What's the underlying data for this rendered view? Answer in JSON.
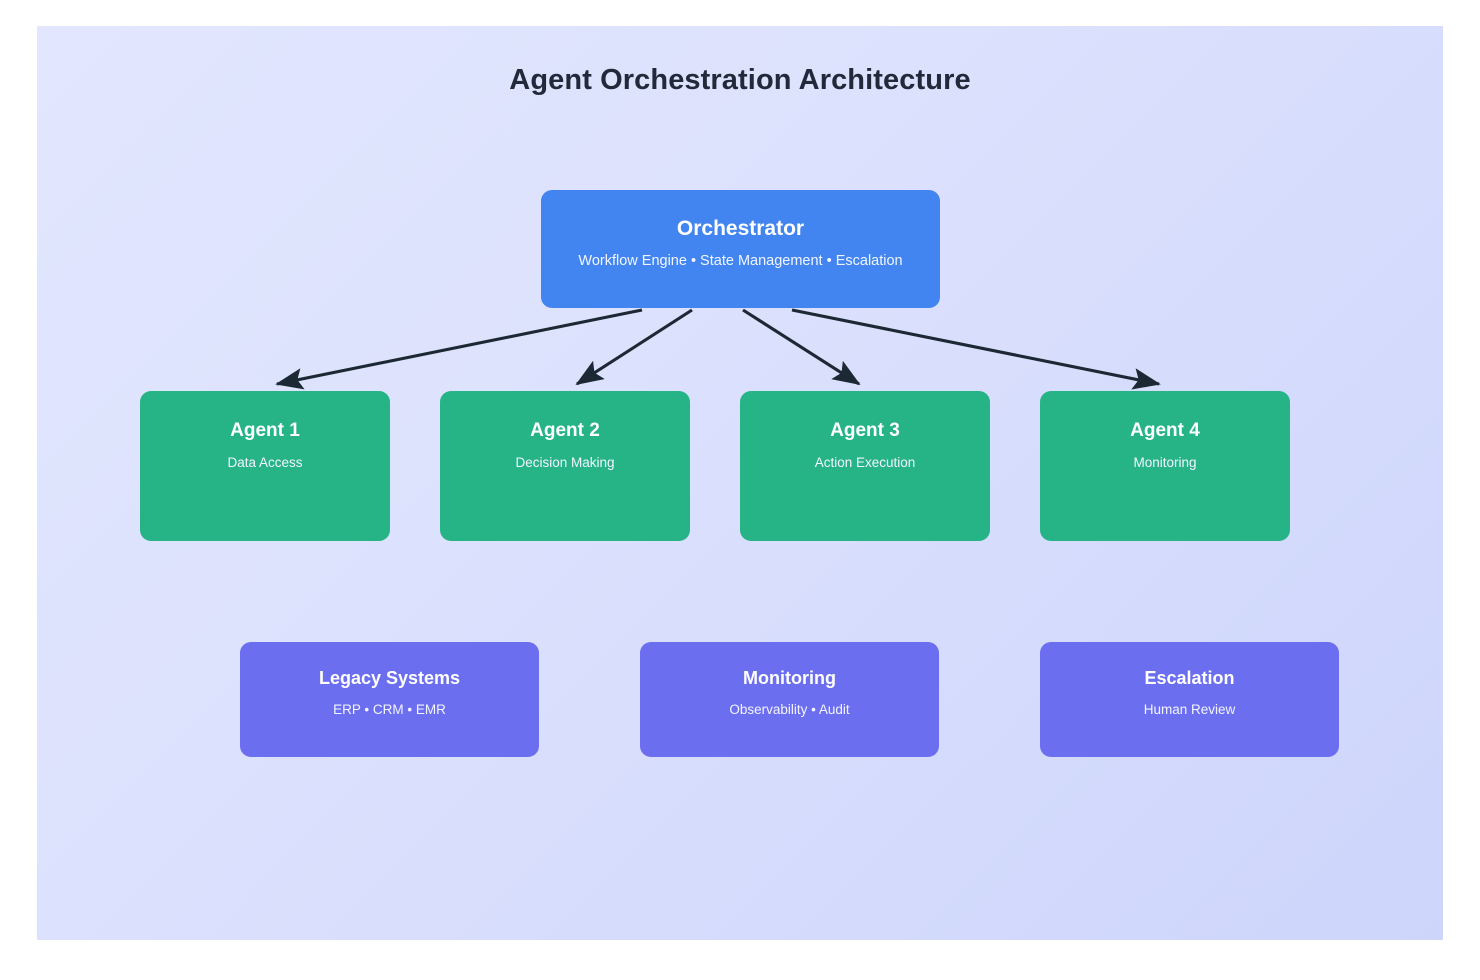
{
  "diagram": {
    "title": "Agent Orchestration Architecture",
    "type": "hierarchy-flowchart",
    "colors": {
      "background_start": "#e2e6fe",
      "background_end": "#cdd5fb",
      "title_text": "#212a3a",
      "orchestrator": "#4285f0",
      "agent": "#26b487",
      "support": "#6c6ef0",
      "edge": "#1c2833",
      "node_text": "#ffffff"
    },
    "orchestrator": {
      "title": "Orchestrator",
      "subtitle": "Workflow Engine • State Management • Escalation"
    },
    "agents": [
      {
        "title": "Agent 1",
        "subtitle": "Data Access"
      },
      {
        "title": "Agent 2",
        "subtitle": "Decision Making"
      },
      {
        "title": "Agent 3",
        "subtitle": "Action Execution"
      },
      {
        "title": "Agent 4",
        "subtitle": "Monitoring"
      }
    ],
    "support": [
      {
        "title": "Legacy Systems",
        "subtitle": "ERP • CRM • EMR"
      },
      {
        "title": "Monitoring",
        "subtitle": "Observability • Audit"
      },
      {
        "title": "Escalation",
        "subtitle": "Human Review"
      }
    ],
    "edges": [
      {
        "from": "Orchestrator",
        "to": "Agent 1",
        "style": "solid-arrow"
      },
      {
        "from": "Orchestrator",
        "to": "Agent 2",
        "style": "solid-arrow"
      },
      {
        "from": "Orchestrator",
        "to": "Agent 3",
        "style": "solid-arrow"
      },
      {
        "from": "Orchestrator",
        "to": "Agent 4",
        "style": "solid-arrow"
      }
    ]
  }
}
